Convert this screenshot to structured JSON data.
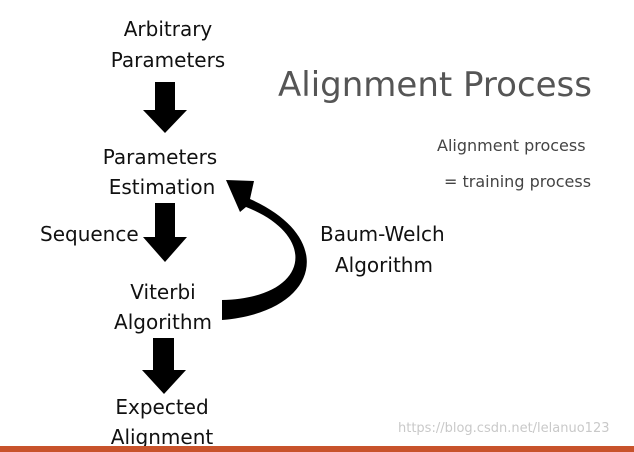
{
  "title": "Alignment Process",
  "notes": {
    "line1": "Alignment process",
    "line2": "= training process"
  },
  "nodes": {
    "arbitrary_line1": "Arbitrary",
    "arbitrary_line2": "Parameters",
    "estimation_line1": "Parameters",
    "estimation_line2": "Estimation",
    "viterbi_line1": "Viterbi",
    "viterbi_line2": "Algorithm",
    "expected_line1": "Expected",
    "expected_line2": "Alignment"
  },
  "edge_labels": {
    "sequence": "Sequence",
    "baum_welch_line1": "Baum-Welch",
    "baum_welch_line2": "Algorithm"
  },
  "watermark": "https://blog.csdn.net/lelanuo123",
  "colors": {
    "arrow": "#000000",
    "title": "#555555",
    "accent_bar": "#c8532b"
  }
}
